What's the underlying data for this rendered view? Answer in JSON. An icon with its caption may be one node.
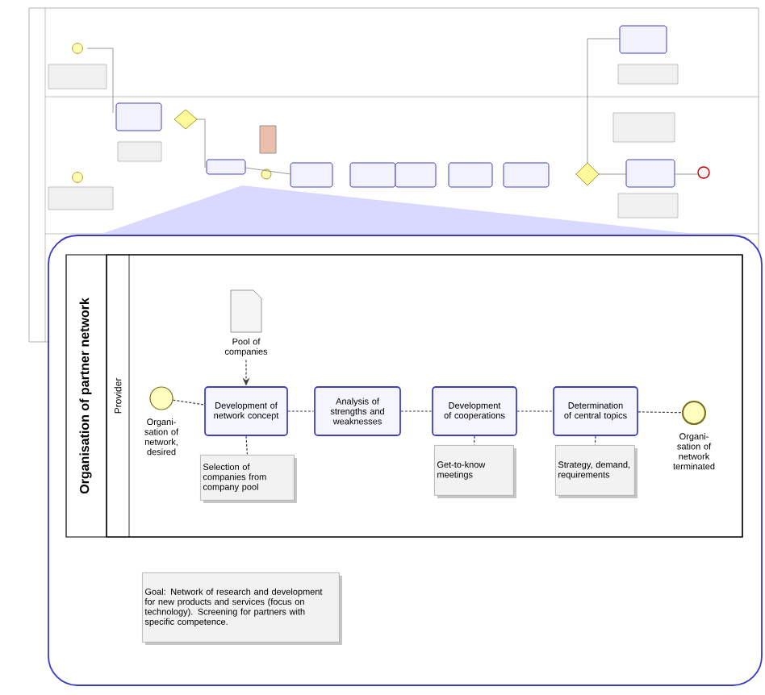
{
  "diagram": {
    "nodes": [
      {
        "text": [
          "Organisation of partner network"
        ]
      },
      {
        "text": [
          "Provider"
        ],
        "in": 0
      },
      {
        "text": [],
        "shape": "circle",
        "beside": [
          "Organi-sation of network, desired"
        ],
        "in": 1
      },
      {
        "text": [],
        "shape": "document",
        "beside": [
          "Pool of companies"
        ],
        "in": 1
      },
      {
        "text": [
          "Development of network concept"
        ],
        "in": 1
      },
      {
        "text": [
          "Analysis of strengths and weaknesses"
        ],
        "in": 1
      },
      {
        "text": [
          "Development of cooperations"
        ],
        "in": 1
      },
      {
        "text": [
          "Determination of central topics"
        ],
        "in": 1
      },
      {
        "text": [],
        "shape": "circle",
        "beside": [
          "Organi-sation of network terminated"
        ],
        "in": 1
      },
      {
        "text": [
          "Selection of companies from company pool"
        ],
        "in": 1
      },
      {
        "text": [
          "Get-to-know meetings"
        ],
        "in": 1
      },
      {
        "text": [
          "Strategy, demand, requirements"
        ],
        "in": 1
      },
      {
        "text": [
          "Goal: Network of research and development for new products and services (focus on technology). Screening for partners with specific competence."
        ]
      }
    ],
    "edges": [
      {
        "from": 3,
        "to": 4,
        "arrow": "to",
        "style": "dashed"
      },
      {
        "from": 2,
        "to": 4,
        "arrow": "none",
        "style": "dashed"
      },
      {
        "from": 4,
        "to": 5,
        "arrow": "none",
        "style": "dashed"
      },
      {
        "from": 5,
        "to": 6,
        "arrow": "none",
        "style": "dashed"
      },
      {
        "from": 6,
        "to": 7,
        "arrow": "none",
        "style": "dashed"
      },
      {
        "from": 7,
        "to": 8,
        "arrow": "none",
        "style": "dashed"
      },
      {
        "from": 4,
        "to": 9,
        "arrow": "none",
        "style": "dashed"
      },
      {
        "from": 6,
        "to": 10,
        "arrow": "none",
        "style": "dashed"
      },
      {
        "from": 7,
        "to": 11,
        "arrow": "none",
        "style": "dashed"
      }
    ]
  }
}
